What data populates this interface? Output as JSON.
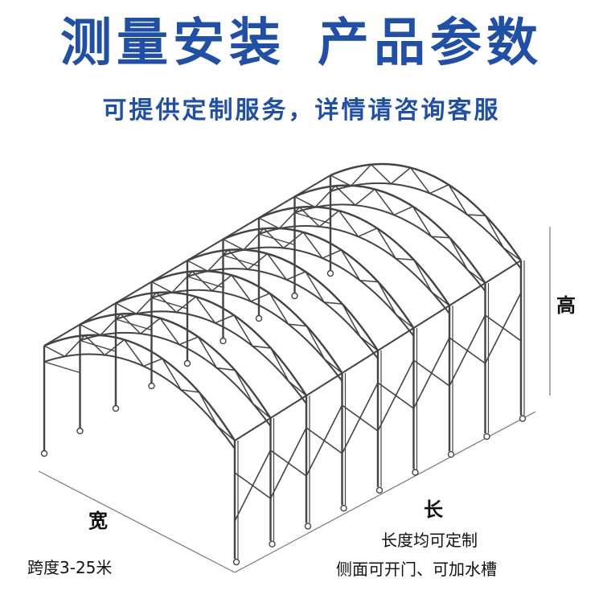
{
  "header": {
    "title_left": "测量安装",
    "title_right": "产品参数",
    "subtitle": "可提供定制服务，详情请咨询客服"
  },
  "labels": {
    "height": "高",
    "width": "宽",
    "length": "长",
    "span": "跨度3-25米",
    "length_note": "长度均可定制",
    "side_note": "侧面可开门、可加水槽"
  },
  "colors": {
    "title": "#1f4fa6",
    "frame": "#444444"
  }
}
